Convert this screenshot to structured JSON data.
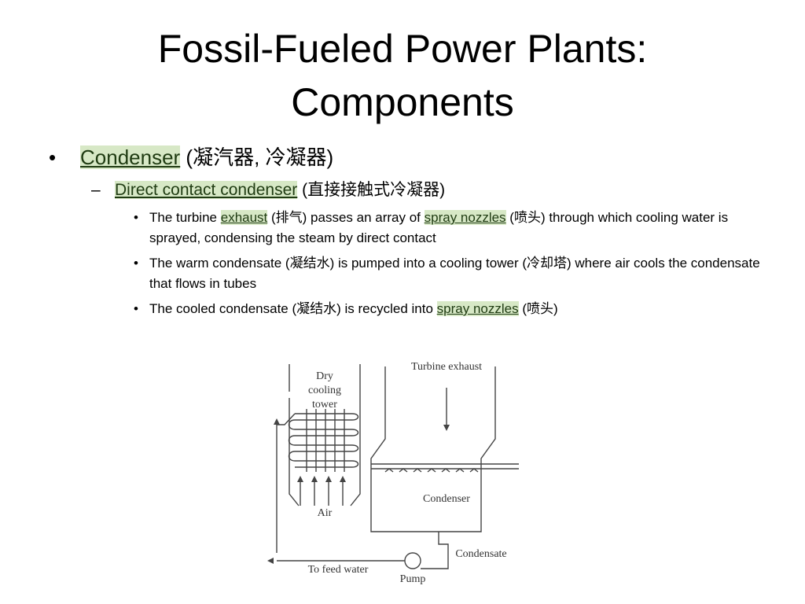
{
  "slide": {
    "title_line1": "Fossil-Fueled Power Plants:",
    "title_line2": "Components"
  },
  "bullets": {
    "l1": {
      "term": "Condenser",
      "zh": " (凝汽器, 冷凝器)"
    },
    "l2": {
      "term": "Direct contact condenser",
      "zh": " (直接接触式冷凝器)"
    },
    "l3": [
      {
        "t1": "The turbine ",
        "h1": "exhaust",
        "t2": " (排气) passes an array of ",
        "h2": "spray nozzles",
        "t3": " (喷头) through which cooling water is sprayed, condensing the steam by direct contact"
      },
      {
        "t1": "The warm condensate (凝结水) is pumped into a cooling tower (冷却塔) where air cools the condensate that flows in tubes"
      },
      {
        "t1": "The cooled condensate (凝结水) is recycled into ",
        "h1": "spray nozzles",
        "t2": " (喷头)"
      }
    ]
  },
  "diagram": {
    "dry_line1": "Dry",
    "dry_line2": "cooling",
    "dry_line3": "tower",
    "air": "Air",
    "turbine_exhaust": "Turbine exhaust",
    "condenser": "Condenser",
    "condensate": "Condensate",
    "feed_water": "To feed water",
    "pump": "Pump"
  }
}
